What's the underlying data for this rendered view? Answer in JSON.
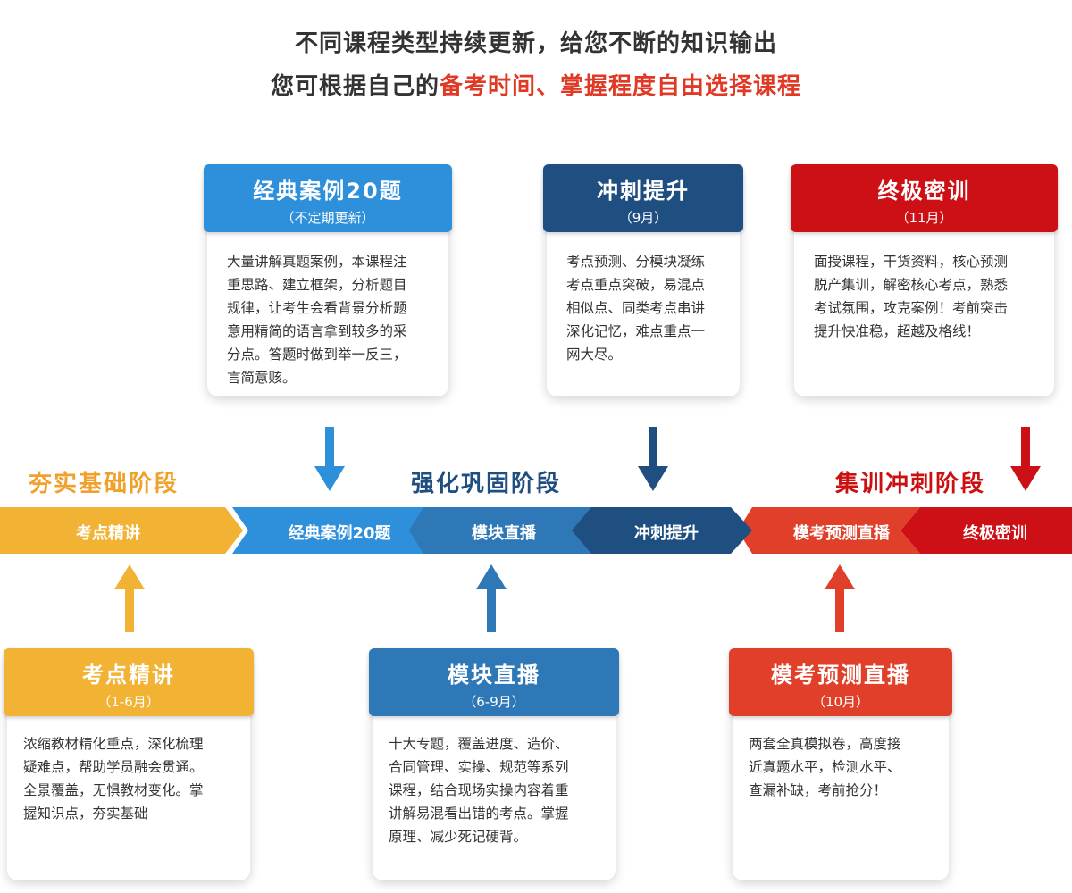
{
  "header": {
    "line1": "不同课程类型持续更新，给您不断的知识输出",
    "line2_prefix": "您可根据自己的",
    "line2_highlight": "备考时间、掌握程度自由选择课程"
  },
  "stages": [
    {
      "label": "夯实基础阶段",
      "color": "#f0a12c"
    },
    {
      "label": "强化巩固阶段",
      "color": "#1f4e80"
    },
    {
      "label": "集训冲刺阶段",
      "color": "#cc1010"
    }
  ],
  "timeline": [
    {
      "label": "考点精讲",
      "color": "#f2b233"
    },
    {
      "label": "经典案例20题",
      "color": "#2e8fdb"
    },
    {
      "label": "模块直播",
      "color": "#2f78b8"
    },
    {
      "label": "冲刺提升",
      "color": "#1f4e80"
    },
    {
      "label": "模考预测直播",
      "color": "#e0402a"
    },
    {
      "label": "终极密训",
      "color": "#cc1016"
    }
  ],
  "cards": [
    {
      "title": "经典案例20题",
      "sub": "（不定期更新）",
      "color": "#2e8fdb",
      "body": "大量讲解真题案例，本课程注\n重思路、建立框架，分析题目\n规律，让考生会看背景分析题\n意用精简的语言拿到较多的采\n分点。答题时做到举一反三，\n言简意赅。"
    },
    {
      "title": "冲刺提升",
      "sub": "（9月）",
      "color": "#1f4e80",
      "body": "考点预测、分模块凝练\n考点重点突破，易混点\n相似点、同类考点串讲\n深化记忆，难点重点一\n网大尽。"
    },
    {
      "title": "终极密训",
      "sub": "（11月）",
      "color": "#cc1016",
      "body": "面授课程，干货资料，核心预测\n脱产集训，解密核心考点，熟悉\n考试氛围，攻克案例！考前突击\n提升快准稳，超越及格线！"
    },
    {
      "title": "考点精讲",
      "sub": "（1-6月）",
      "color": "#f2b233",
      "body": "浓缩教材精化重点，深化梳理\n疑难点，帮助学员融会贯通。\n全景覆盖，无惧教材变化。掌\n握知识点，夯实基础"
    },
    {
      "title": "模块直播",
      "sub": "（6-9月）",
      "color": "#2f78b8",
      "body": "十大专题，覆盖进度、造价、\n合同管理、实操、规范等系列\n课程，结合现场实操内容着重\n讲解易混看出错的考点。掌握\n原理、减少死记硬背。"
    },
    {
      "title": "模考预测直播",
      "sub": "（10月）",
      "color": "#e0402a",
      "body": "两套全真模拟卷，高度接\n近真题水平，检测水平、\n查漏补缺，考前抢分！"
    }
  ]
}
